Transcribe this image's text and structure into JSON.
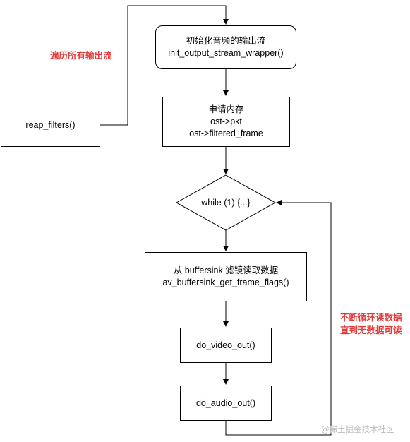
{
  "nodes": {
    "init": {
      "line1": "初始化音频的输出流",
      "line2": "init_output_stream_wrapper()"
    },
    "alloc": {
      "line1": "申请内存",
      "line2": "ost->pkt",
      "line3": "ost->filtered_frame"
    },
    "loop": {
      "label": "while (1) {...}"
    },
    "read": {
      "line1": "从 buffersink 滤镜读取数据",
      "line2": "av_buffersink_get_frame_flags()"
    },
    "video": {
      "label": "do_video_out()"
    },
    "audio": {
      "label": "do_audio_out()"
    },
    "reap": {
      "label": "reap_filters()"
    }
  },
  "annotations": {
    "traverse": "遍历所有输出流",
    "loop_note_line1": "不断循环读数据",
    "loop_note_line2": "直到无数据可读"
  },
  "watermark": "@稀土掘金技术社区"
}
